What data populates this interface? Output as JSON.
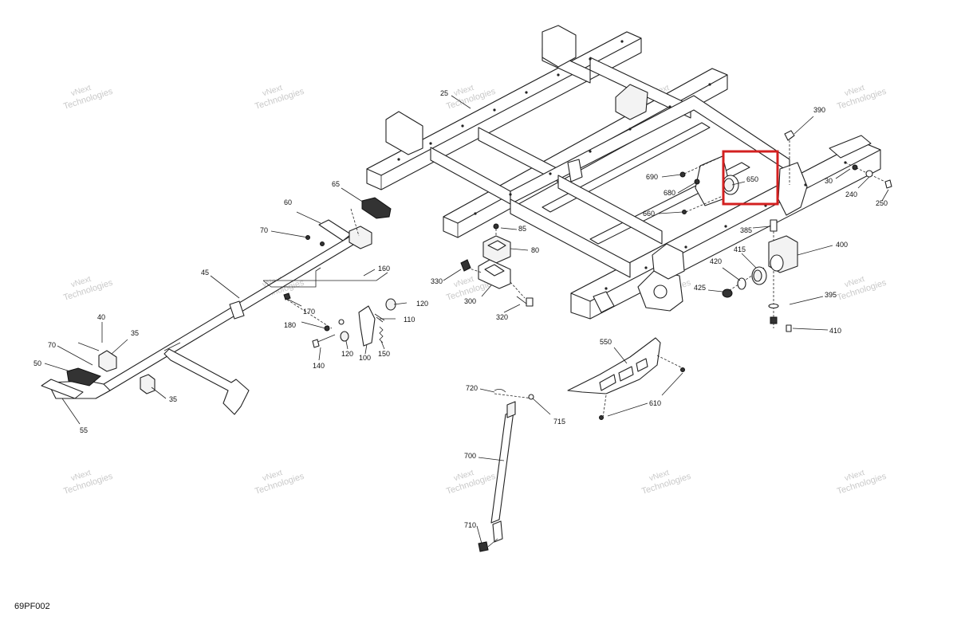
{
  "diagram": {
    "code": "69PF002",
    "watermark_line1": "vNext",
    "watermark_line2": "Technologies",
    "highlight_color": "#d32020",
    "callouts": [
      "25",
      "390",
      "690",
      "650",
      "680",
      "660",
      "30",
      "240",
      "250",
      "385",
      "400",
      "420",
      "415",
      "425",
      "395",
      "410",
      "65",
      "60",
      "70",
      "85",
      "80",
      "330",
      "300",
      "320",
      "160",
      "45",
      "170",
      "180",
      "120",
      "110",
      "140",
      "120",
      "100",
      "150",
      "40",
      "35",
      "70",
      "50",
      "35",
      "55",
      "550",
      "720",
      "715",
      "610",
      "700",
      "710"
    ]
  }
}
